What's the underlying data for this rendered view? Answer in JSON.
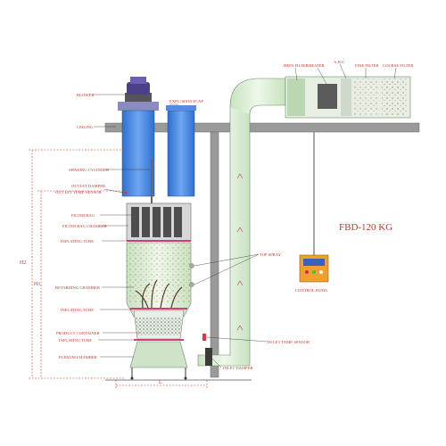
{
  "title": "FBD-120 KG",
  "labels": {
    "blower": "BLOWER",
    "explosion_flap": "EXPLOSION FLAP",
    "ceiling": "CEILING",
    "shaking_cylinder": "SHAKING CYLINDER",
    "outlet_damper": "OUTLET DAMPER",
    "outlet_temp_sensor": "OUT LET TEMP. SENSOR",
    "filter_bag": "FILTER BAG",
    "filter_bag_chamber": "FILTER BAG CHAMBER",
    "inflating_tube_top": "INFLATING TUBE",
    "top_spray": "TOP SPRAY",
    "retarding_chamber": "RETARDING CHAMBER",
    "inflating_tube_mid": "INFLATING TUBE",
    "product_container": "PRODUCT CONTAINER",
    "inflating_tube_low": "INFLATING TUBE",
    "plenum_chamber": "PLENUM CHAMBER",
    "inlet_temp_sensor": "IN LET TEMP. SENSOR",
    "inlet_damper": "INLET DAMPER",
    "control_panel": "CONTROL PANEL",
    "hepa_filter": "HEPA FILTER",
    "heater": "HEATER",
    "ahu": "A.H.U",
    "fine_filter": "FINE FILTER",
    "course_filter": "COURSE FILTER"
  },
  "dimensions": {
    "h1": "H1",
    "h2": "H2",
    "l": "L"
  },
  "colors": {
    "label": "#c0392b",
    "pipe_blue": "#3a7bd5",
    "equipment_green": "#d8ecd2",
    "ceiling_gray": "#9a9a9a",
    "control_panel": "#f0a030"
  }
}
